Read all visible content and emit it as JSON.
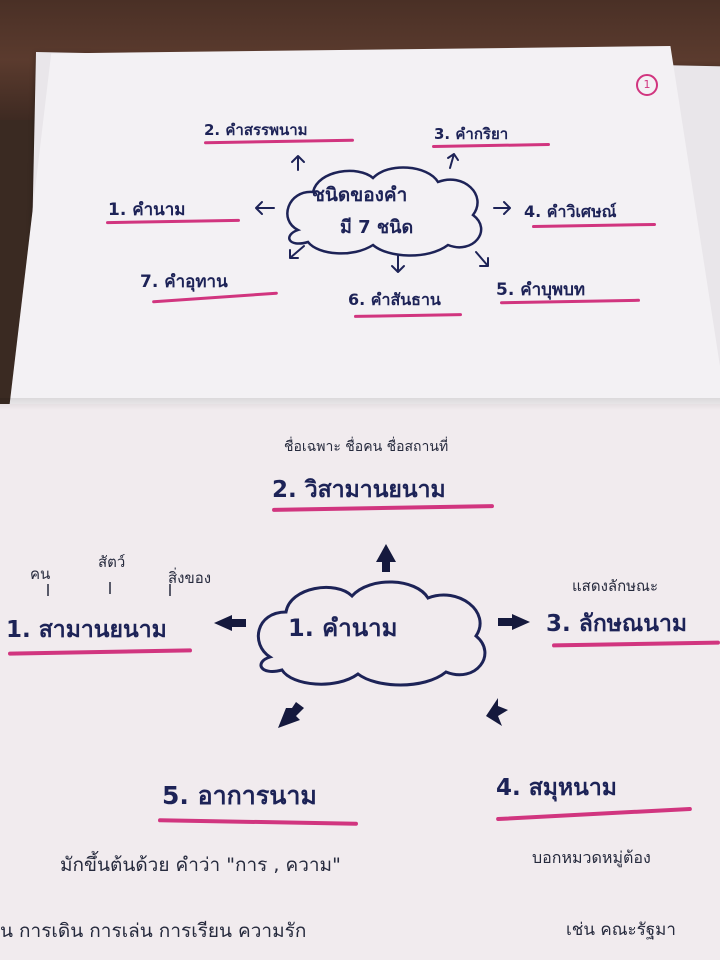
{
  "top_page": {
    "page_number": "1",
    "center": {
      "line1": "ชนิดของคำ",
      "line2": "มี 7 ชนิด"
    },
    "items": [
      {
        "label": "1. คำนาม"
      },
      {
        "label": "2. คำสรรพนาม"
      },
      {
        "label": "3. คำกริยา"
      },
      {
        "label": "4. คำวิเศษณ์"
      },
      {
        "label": "5. คำบุพบท"
      },
      {
        "label": "6. คำสันธาน"
      },
      {
        "label": "7. คำอุทาน"
      }
    ]
  },
  "bottom_page": {
    "center": "1. คำนาม",
    "branches": [
      {
        "label": "1. สามานยนาม",
        "notes": [
          "คน",
          "สัตว์",
          "สิ่งของ"
        ]
      },
      {
        "label": "2. วิสามานยนาม",
        "note": "ชื่อเฉพาะ ชื่อคน ชื่อสถานที่"
      },
      {
        "label": "3. ลักษณนาม",
        "note": "แสดงลักษณะ"
      },
      {
        "label": "4. สมุหนาม",
        "note": "บอกหมวดหมู่ต้อง"
      },
      {
        "label": "5. อาการนาม",
        "note": "มักขึ้นต้นด้วย คำว่า \"การ , ความ\""
      }
    ],
    "examples_left": "น การเดิน การเล่น การเรียน ความรัก",
    "examples_right": "เช่น คณะรัฐมา"
  },
  "colors": {
    "ink": "#1d2357",
    "underline": "#d1357f",
    "paper": "#f3f1f4"
  }
}
